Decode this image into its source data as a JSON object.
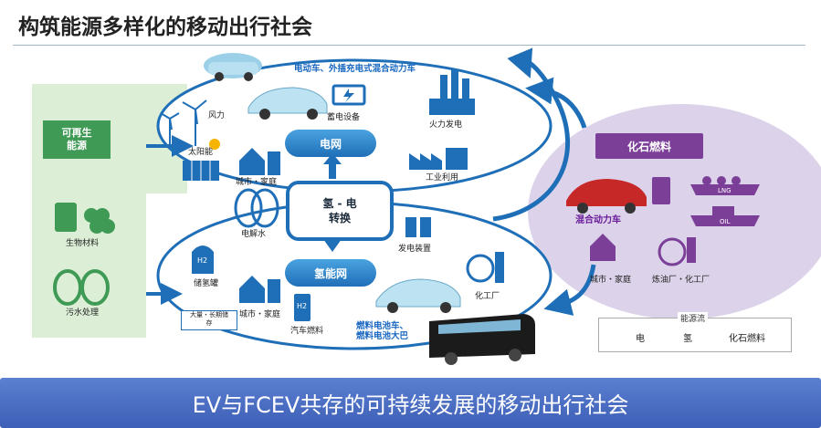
{
  "page_title": "构筑能源多样化的移动出行社会",
  "bottom_banner": "EV与FCEV共存的可持续发展的移动出行社会",
  "renewable_box": "可再生\n能源",
  "grid_label": "电网",
  "hydrogen_network_label": "氢能网",
  "conversion_label": "氢 - 电\n转换",
  "fossil_fuel_label": "化石燃料",
  "storage_note": "大量・长期储\n存",
  "labels": {
    "ev_phev": "电动车、外插充电式混合动力车",
    "wind": "风力",
    "solar": "太阳能",
    "storage_equipment": "蓄电设备",
    "thermal_power": "火力发电",
    "industrial_use": "工业利用",
    "city_home_top": "城市・家庭",
    "electrolysis": "电解水",
    "biomass": "生物材料",
    "sewage": "污水处理",
    "hydrogen_tank": "储氢罐",
    "city_home_bottom": "城市・家庭",
    "power_generation": "发电装置",
    "chemical_plant": "化工厂",
    "vehicle_fuel": "汽车燃料",
    "fcv_bus": "燃料电池车、\n燃料电池大巴",
    "hybrid": "混合动力车",
    "city_home_right": "城市・家庭",
    "steel_chemical": "炼油厂・化工厂",
    "lng": "LNG",
    "oil": "OIL",
    "h2_badge_1": "H2",
    "h2_badge_2": "H2"
  },
  "legend": {
    "title": "能源流",
    "electricity": "电",
    "hydrogen": "氢",
    "fossil": "化石燃料"
  },
  "colors": {
    "blue": "#1f6fb8",
    "light_blue": "#39a7e0",
    "purple": "#7b3f98",
    "green": "#3e9a55",
    "green_bg": "#dcefd6",
    "banner": "#4a6cc4"
  }
}
